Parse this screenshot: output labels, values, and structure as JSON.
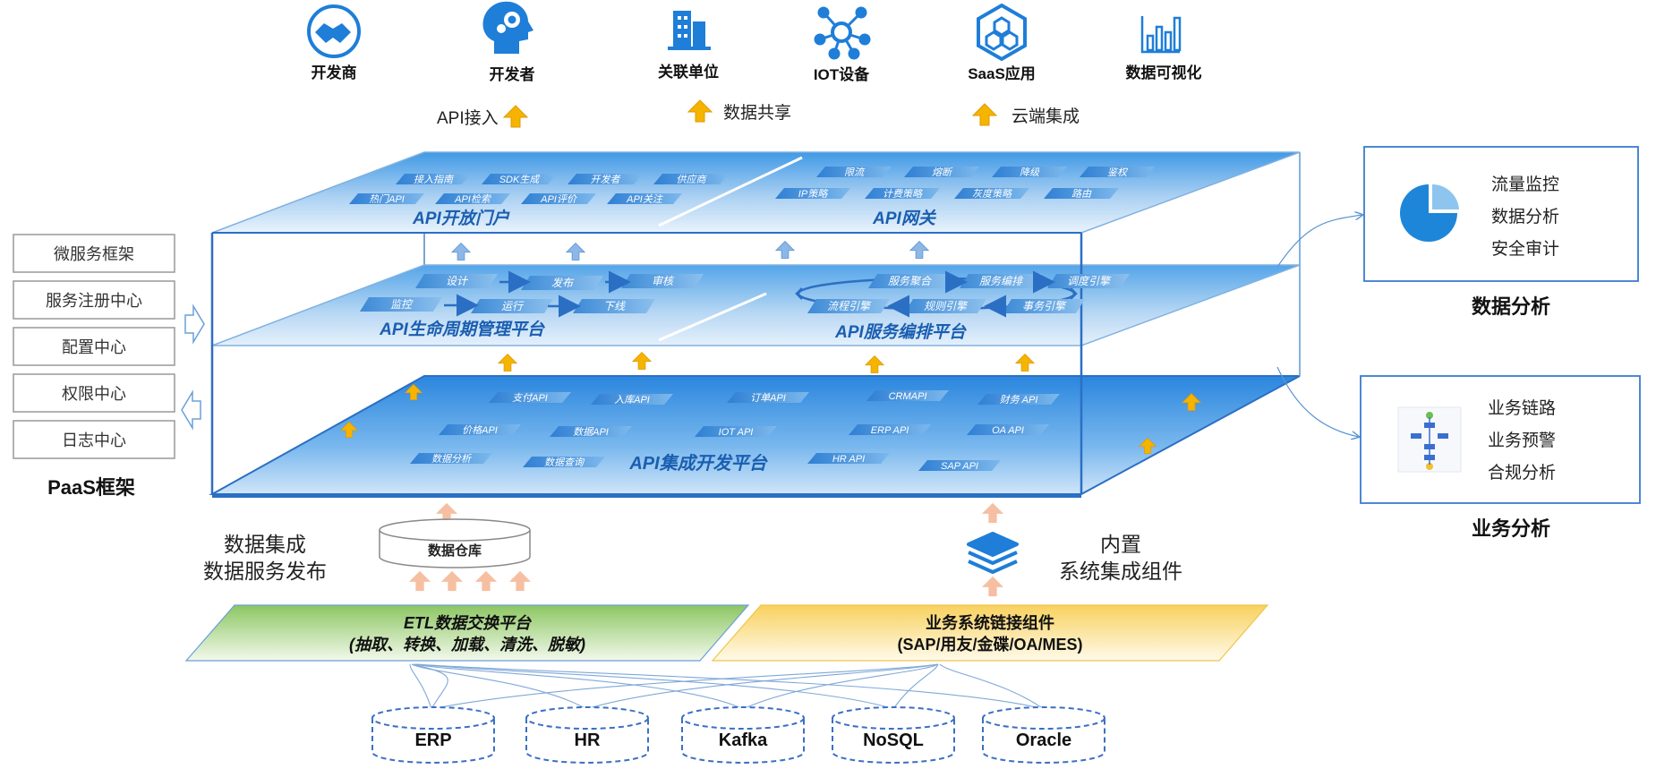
{
  "consumers": [
    {
      "label": "开发商",
      "icon": "handshake-icon"
    },
    {
      "label": "开发者",
      "icon": "developer-gear-head-icon"
    },
    {
      "label": "关联单位",
      "icon": "building-icon"
    },
    {
      "label": "IOT设备",
      "icon": "network-nodes-icon"
    },
    {
      "label": "SaaS应用",
      "icon": "hexagon-cluster-icon"
    },
    {
      "label": "数据可视化",
      "icon": "bar-chart-icon"
    }
  ],
  "access_modes": [
    "API接入",
    "数据共享",
    "云端集成"
  ],
  "paas": {
    "items": [
      "微服务框架",
      "服务注册中心",
      "配置中心",
      "权限中心",
      "日志中心"
    ],
    "title": "PaaS框架"
  },
  "top_layer": {
    "portal_title": "API开放门户",
    "portal_tags_row1": [
      "接入指南",
      "SDK生成",
      "开发者",
      "供应商"
    ],
    "portal_tags_row2": [
      "热门API",
      "API检索",
      "API评价",
      "API关注"
    ],
    "gateway_title": "API网关",
    "gateway_tags_row1": [
      "限流",
      "熔断",
      "降级",
      "鉴权"
    ],
    "gateway_tags_row2": [
      "IP策略",
      "计费策略",
      "灰度策略",
      "路由"
    ]
  },
  "middle_layer": {
    "lifecycle_title": "API生命周期管理平台",
    "lifecycle_row1": [
      "设计",
      "发布",
      "审核"
    ],
    "lifecycle_row2": [
      "监控",
      "运行",
      "下线"
    ],
    "orchestration_title": "API服务编排平台",
    "orchestration_row1": [
      "服务聚合",
      "服务编排",
      "调度引擎"
    ],
    "orchestration_row2": [
      "流程引擎",
      "规则引擎",
      "事务引擎"
    ]
  },
  "bottom_layer": {
    "title": "API集成开发平台",
    "apis": [
      "支付API",
      "入库API",
      "订单API",
      "CRMAPI",
      "财务 API",
      "价格API",
      "数据API",
      "IOT API",
      "ERP API",
      "OA API",
      "数据分析",
      "数据查询",
      "HR API",
      "SAP API"
    ]
  },
  "data_analysis": {
    "items": [
      "流量监控",
      "数据分析",
      "安全审计"
    ],
    "title": "数据分析",
    "icon": "pie-chart-icon"
  },
  "business_analysis": {
    "items": [
      "业务链路",
      "业务预警",
      "合规分析"
    ],
    "title": "业务分析",
    "icon": "flowchart-icon"
  },
  "left_caption": [
    "数据集成",
    "数据服务发布"
  ],
  "warehouse": "数据仓库",
  "right_caption": [
    "内置",
    "系统集成组件"
  ],
  "etl": {
    "line1": "ETL数据交换平台",
    "line2": "(抽取、转换、加载、清洗、脱敏)"
  },
  "biz_link": {
    "line1": "业务系统链接组件",
    "line2": "(SAP/用友/金碟/OA/MES)"
  },
  "sources": [
    "ERP",
    "HR",
    "Kafka",
    "NoSQL",
    "Oracle"
  ],
  "colors": {
    "accent_blue": "#1e7ed8",
    "layer_blue": "#2f8fe0",
    "title_blue": "#1a5eb0",
    "arrow_gold": "#f5b400",
    "arrow_peach": "#f6bfa2",
    "etl_green": "#a6d17d",
    "biz_yellow": "#fbe39a",
    "frame_blue": "#2b6fc4"
  }
}
